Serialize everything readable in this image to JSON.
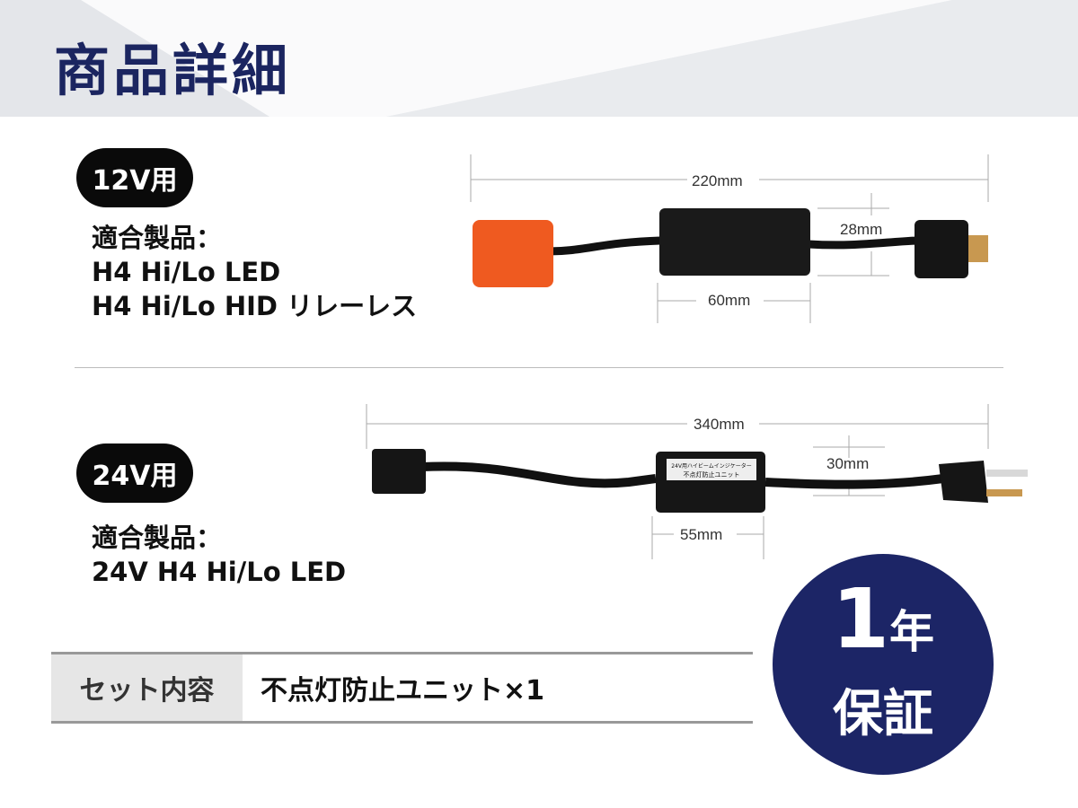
{
  "title": "商品詳細",
  "section12v": {
    "tag": "12V用",
    "compat_label": "適合製品：",
    "products": [
      "H4 Hi/Lo LED",
      "H4 Hi/Lo HID リレーレス"
    ],
    "dims": {
      "length": "220mm",
      "cable": "28mm",
      "unit": "60mm"
    }
  },
  "section24v": {
    "tag": "24V用",
    "compat_label": "適合製品：",
    "products": [
      "24V H4 Hi/Lo LED"
    ],
    "dims": {
      "length": "340mm",
      "cable": "30mm",
      "unit": "55mm"
    },
    "unit_label": [
      "24V用ハイビームインジケーター",
      "不点灯防止ユニット"
    ]
  },
  "set": {
    "label": "セット内容",
    "value": "不点灯防止ユニット×1"
  },
  "warranty": {
    "number": "1",
    "unit": "年",
    "label": "保証"
  },
  "colors": {
    "navy": "#1c2566",
    "orange": "#ef5a20"
  }
}
